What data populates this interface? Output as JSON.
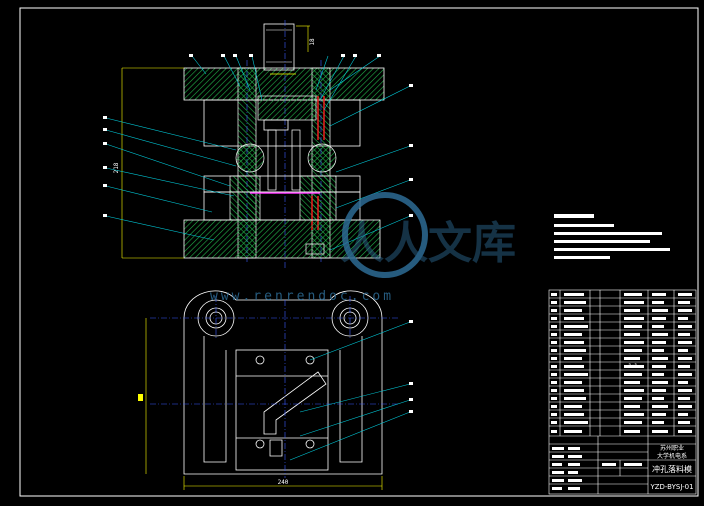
{
  "drawing": {
    "dimensions": {
      "height_total": "218",
      "top_offset": "18",
      "width_bottom": "240"
    },
    "title_block": {
      "school_line1": "苏州职业",
      "school_line2": "大学机电系",
      "mold_name": "冲孔落料模",
      "drawing_no": "YZD-BYSJ-01",
      "scale": "1:1"
    },
    "watermark": {
      "main": "人人文库",
      "url": "www.renrendoc.com"
    }
  },
  "colors": {
    "background": "#000000",
    "outline": "#ffffff",
    "hatch": "#22b34a",
    "leader": "#00c8d7",
    "center_line": "#3b5bff",
    "dimension": "#ffff00",
    "highlight_red": "#ff2020",
    "magenta": "#ff30ff",
    "watermark": "#2d6b95"
  }
}
